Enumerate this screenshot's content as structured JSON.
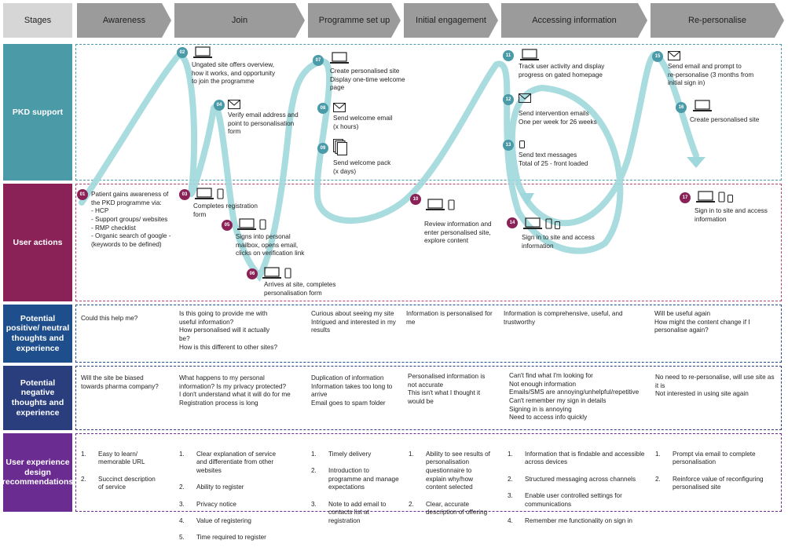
{
  "colors": {
    "stage": "#9b9b9b",
    "stages_label_bg": "#d6d6d6",
    "pkd": "#4a9aa8",
    "user_actions": "#8a2257",
    "positive": "#1e4e8c",
    "negative": "#2a3e7e",
    "recs": "#6a2c91",
    "flow": "#9fd8dc"
  },
  "stages_label": "Stages",
  "stages": [
    "Awareness",
    "Join",
    "Programme set up",
    "Initial engagement",
    "Accessing information",
    "Re-personalise"
  ],
  "rows": {
    "pkd": "PKD support",
    "user_actions": "User actions",
    "positive": "Potential positive/ neutral thoughts and experience",
    "negative": "Potential negative thoughts and experience",
    "recs": "User experience design recommendations"
  },
  "steps": {
    "s01": {
      "num": "01",
      "text": "Patient gains awareness of\nthe PKD programme via:\n- HCP\n- Support groups/ websites\n- RMP checklist\n- Organic search of google -\n(keywords to be defined)",
      "icons": []
    },
    "s02": {
      "num": "02",
      "text": "Ungated site offers overview,\nhow it works, and opportunity\nto join the programme",
      "icons": [
        "laptop-icon"
      ]
    },
    "s03": {
      "num": "03",
      "text": "Completes registration\nform",
      "icons": [
        "laptop-icon",
        "phone-icon"
      ]
    },
    "s04": {
      "num": "04",
      "text": "Verify email address and\npoint to personalisation\nform",
      "icons": [
        "envelope-icon"
      ]
    },
    "s05": {
      "num": "05",
      "text": "Signs into personal\nmailbox, opens email,\nclicks on verification link",
      "icons": [
        "laptop-icon",
        "phone-icon"
      ]
    },
    "s06": {
      "num": "06",
      "text": "Arrives at site, completes\npersonalisation form",
      "icons": [
        "laptop-icon",
        "phone-icon"
      ]
    },
    "s07": {
      "num": "07",
      "text": "Create personalised site\nDisplay one-time welcome\npage",
      "icons": [
        "laptop-icon"
      ]
    },
    "s08": {
      "num": "08",
      "text": "Send welcome email\n(x hours)",
      "icons": [
        "envelope-icon"
      ]
    },
    "s09": {
      "num": "09",
      "text": "Send welcome pack\n(x days)",
      "icons": [
        "document-icon"
      ]
    },
    "s10": {
      "num": "10",
      "text": "Review information and\nenter personalised site,\nexplore content",
      "icons": [
        "laptop-icon",
        "phone-icon"
      ]
    },
    "s11": {
      "num": "11",
      "text": "Track user activity and display\nprogress on gated homepage",
      "icons": [
        "laptop-icon"
      ]
    },
    "s12": {
      "num": "12",
      "text": "Send intervention emails\nOne per week for 26 weeks",
      "icons": [
        "envelope-icon"
      ]
    },
    "s13": {
      "num": "13",
      "text": "Send text messages\nTotal of 25 - front loaded",
      "icons": [
        "phone-icon"
      ]
    },
    "s14": {
      "num": "14",
      "text": "Sign in to site and access\ninformation",
      "icons": [
        "laptop-icon",
        "phone-icon",
        "phone-icon"
      ]
    },
    "s15": {
      "num": "15",
      "text": "Send email and prompt to\nre-personalise (3 months from\ninitial sign in)",
      "icons": [
        "envelope-icon"
      ]
    },
    "s16": {
      "num": "16",
      "text": "Create personalised site",
      "icons": [
        "laptop-icon"
      ]
    },
    "s17": {
      "num": "17",
      "text": "Sign in to site and access\ninformation",
      "icons": [
        "laptop-icon",
        "phone-icon",
        "phone-icon"
      ]
    }
  },
  "positive": [
    "Could this help me?",
    "Is this going to provide me with\nuseful information?\nHow personalised will it actually\nbe?\nHow is this different to other sites?",
    "Curious about seeing my site\nIntrigued and interested in my\nresults",
    "Information is personalised for\nme",
    "Information is comprehensive, useful, and\ntrustworthy",
    "Will be useful again\nHow might the content change if I\npersonalise again?"
  ],
  "negative": [
    "Will the site be biased\ntowards pharma company?",
    "What happens to my personal\ninformation? Is my privacy protected?\nI don't understand what it will do for me\nRegistration process is long",
    "Duplication of information\nInformation takes too long to\narrive\nEmail goes to spam folder",
    "Personalised information is\nnot accurate\nThis isn't what I thought it\nwould be",
    "Can't find what I'm looking for\nNot enough information\nEmails/SMS are annoying/unhelpful/repetitive\nCan't remember my sign in details\nSigning in is annoying\nNeed to access info quickly",
    "No need to re-personalise, will use site as\nit is\nNot interested in using site again"
  ],
  "recs": [
    [
      {
        "n": "1.",
        "t": "Easy to learn/\nmemorable URL"
      },
      {
        "n": "2.",
        "t": "Succinct description\nof service"
      }
    ],
    [
      {
        "n": "1.",
        "t": "Clear explanation of service\nand differentiate from other\nwebsites"
      },
      {
        "n": "2.",
        "t": "Ability to register"
      },
      {
        "n": "3.",
        "t": "Privacy notice"
      },
      {
        "n": "4.",
        "t": "Value of registering"
      },
      {
        "n": "5.",
        "t": "Time required to register"
      }
    ],
    [
      {
        "n": "1.",
        "t": "Timely delivery"
      },
      {
        "n": "2.",
        "t": "Introduction to\nprogramme and manage\nexpectations"
      },
      {
        "n": "3.",
        "t": "Note to add email to\ncontacts list at\nregistration"
      }
    ],
    [
      {
        "n": "1.",
        "t": "Ability to see results of\npersonalisation\nquestionnaire to\nexplain why/how\ncontent selected"
      },
      {
        "n": "2.",
        "t": "Clear, accurate\ndescription of offering"
      }
    ],
    [
      {
        "n": "1.",
        "t": "Information that is findable and accessible\nacross devices"
      },
      {
        "n": "2.",
        "t": "Structured messaging across channels"
      },
      {
        "n": "3.",
        "t": "Enable user controlled settings for\ncommunications"
      },
      {
        "n": "4.",
        "t": "Remember me functionality on sign in"
      }
    ],
    [
      {
        "n": "1.",
        "t": "Prompt via email to complete\npersonalisation"
      },
      {
        "n": "2.",
        "t": "Reinforce value of reconfiguring\npersonalised site"
      }
    ]
  ]
}
